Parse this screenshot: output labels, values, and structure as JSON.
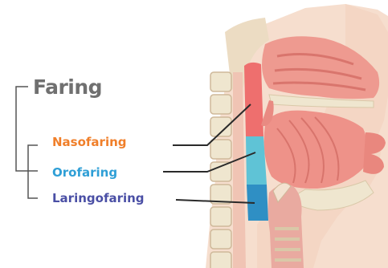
{
  "title": "Faring",
  "regions": [
    {
      "key": "naso",
      "label": "Nasofaring"
    },
    {
      "key": "oro",
      "label": "Orofaring"
    },
    {
      "key": "laringo",
      "label": "Laringofaring"
    }
  ],
  "colors": {
    "title": "#707070",
    "bracket": "#555555",
    "pointer": "#2a2a2a",
    "nasofaring": "#f07f2a",
    "orofaring": "#2f9fd6",
    "laringofaring": "#4a4fa5",
    "skin": "#f4d6c4",
    "tissue": "#f2b7a8",
    "muscle": "#e78e86",
    "bone": "#efe6cf",
    "naso_highlight": "#ee6f6e",
    "oro_highlight": "#5fc3d6",
    "laringo_highlight": "#2f8fc4"
  }
}
